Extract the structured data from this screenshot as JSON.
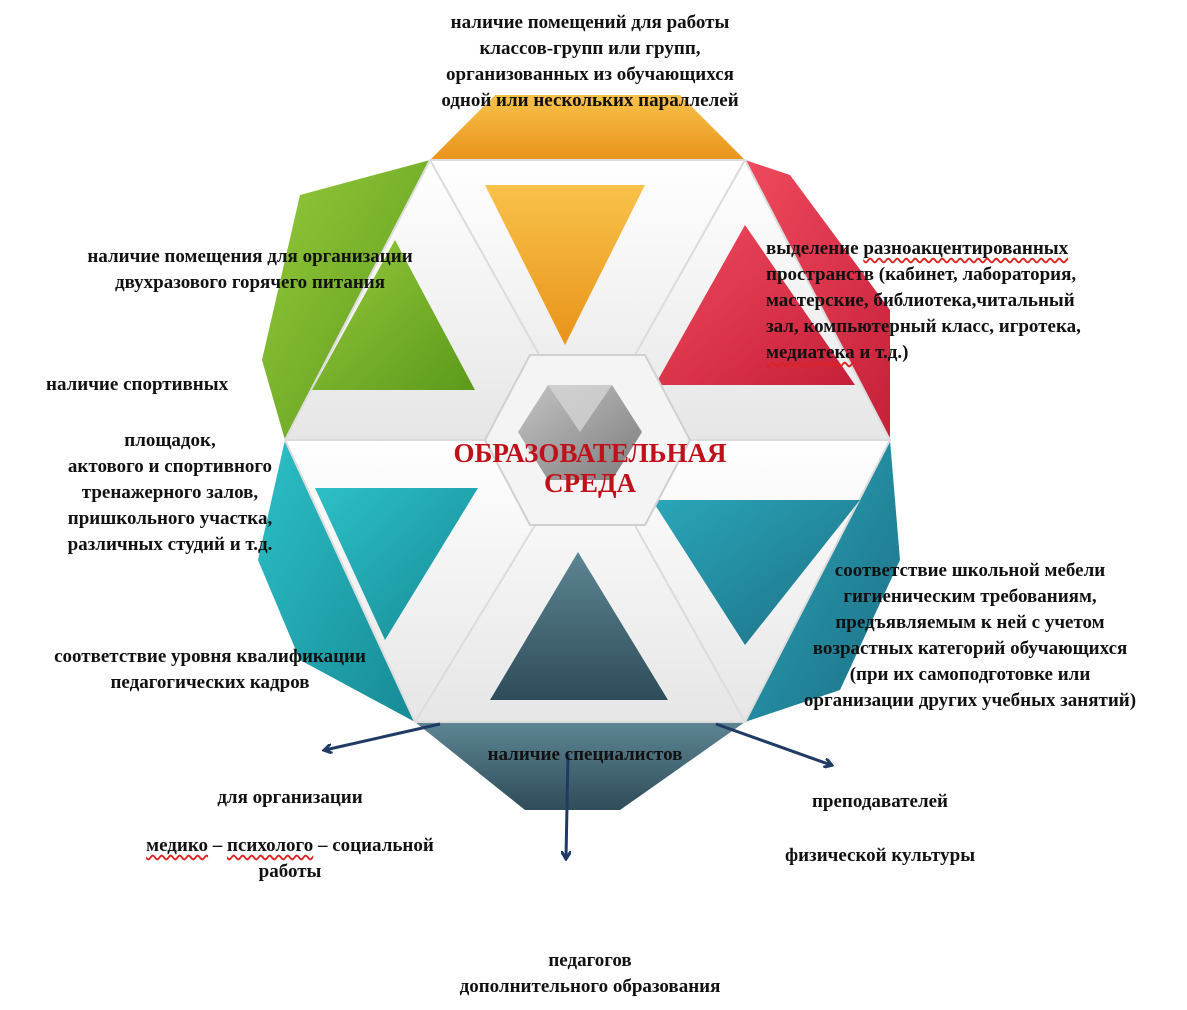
{
  "center": {
    "line1": "ОБРАЗОВАТЕЛЬНАЯ",
    "line2": "СРЕДА"
  },
  "labels": {
    "top": [
      "наличие помещений для работы",
      "классов-групп или групп,",
      "организованных из обучающихся",
      "одной или нескольких параллелей"
    ],
    "upper_left": [
      "наличие помещения для организации",
      "двухразового горячего питания"
    ],
    "upper_right": {
      "l1_a": "выделение ",
      "l1_b": "разноакцентированных",
      "l2": "пространств (кабинет, лаборатория,",
      "l3": "мастерские, библиотека,читальный",
      "l4": "зал, компьютерный класс, игротека,",
      "l5_a": "медиатека",
      "l5_b": " и т.д.)"
    },
    "sports_title": "наличие спортивных",
    "sports_list": [
      "площадок,",
      "актового и спортивного",
      "тренажерного залов,",
      "пришкольного участка,",
      "различных студий и т.д."
    ],
    "lower_left": [
      "соответствие уровня квалификации",
      "педагогических кадров"
    ],
    "lower_right": [
      "соответствие школьной мебели",
      "гигиеническим требованиям,",
      "предъявляемым к ней с учетом",
      "возрастных категорий обучающихся",
      "(при их самоподготовке или",
      "организации других учебных занятий)"
    ],
    "specialists": "наличие специалистов",
    "medical": {
      "l1": "для организации",
      "l2_a": "медико",
      "l2_b": " – ",
      "l2_c": "психолого",
      "l2_d": " – социальной",
      "l3": "работы"
    },
    "pe": {
      "l1": "преподавателей",
      "l2": "физической культуры"
    },
    "additional": {
      "l1": "педагогов",
      "l2": "дополнительного образования"
    }
  },
  "colors": {
    "orange": "#f5a623",
    "red": "#e0304a",
    "green": "#7ab326",
    "teal": "#1fa3ad",
    "slate": "#4a7080",
    "center_gray": "#a0a0a0",
    "title_red": "#c0101a",
    "arrow": "#203a66"
  }
}
